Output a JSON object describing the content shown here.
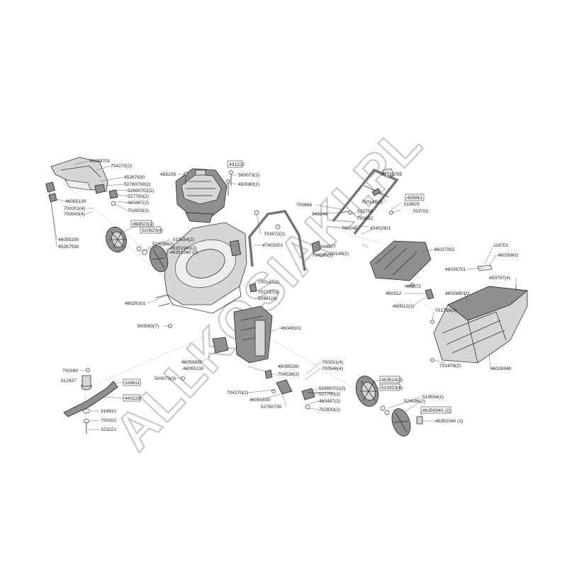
{
  "watermark": "ALLKOSIAKI.PL",
  "labels": {
    "l01": "46039701",
    "l02": "704270(2)",
    "l03": "45267630",
    "l04": "52780730(2)",
    "l05": "52690702(2)",
    "l06": "527700(2)",
    "l07": "460487(2)",
    "l08": "702833(2)",
    "l09": "46055130",
    "l10": "700201(4)",
    "l11": "700543(4)",
    "l12": "46055230",
    "l13": "45267530",
    "l14": "463523(2)",
    "l15": "510923(4)",
    "l16": "519554(2)",
    "l17": "524096(2)",
    "l18": "46351940(2)",
    "l19": "46351040 (2)",
    "l20": "456208",
    "l21": "441222",
    "l22": "500073(2)",
    "l23": "450080(2)",
    "l24": "701672(2)",
    "l25": "47403001",
    "l26": "700147(2)",
    "l27": "702737(2)",
    "l28": "52681(4)",
    "l29": "46026101",
    "l30": "543560(7)",
    "l31": "46049101",
    "l32": "46050830",
    "l33": "46055130",
    "l34": "53133705",
    "l35": "700868",
    "l36": "343146",
    "l37": "700148(2)",
    "l38": "455861",
    "l39": "518925",
    "l40": "703703",
    "l41": "522756",
    "l42": "700432",
    "l43": "544877",
    "l44": "700148",
    "l45": "47402901",
    "l46": "700148(2)",
    "l47": "704596(2)",
    "l48": "46027002",
    "l49": "118701",
    "l50": "46035802",
    "l51": "46035701",
    "l52": "450757(4)",
    "l53": "460372",
    "l54": "460312",
    "l55": "46026801G",
    "l56": "460512(1)",
    "l57": "701756(2)",
    "l58": "701478(2)",
    "l59": "46026940",
    "l60": "700390",
    "l61": "512427",
    "l62": "118611",
    "l63": "440129",
    "l64": "316910",
    "l65": "700202",
    "l66": "323221",
    "l67": "500073(3)",
    "l68": "46055230",
    "l69": "704538(2)",
    "l70": "700201(4)",
    "l71": "700546(4)",
    "l72": "704270(2)",
    "l73": "46050830",
    "l74": "52780730",
    "l75": "52690702(2)",
    "l76": "527700(2)",
    "l77": "460487(2)",
    "l78": "702833(2)",
    "l79": "463524(2)",
    "l80": "510923(4)",
    "l81": "519554(2)",
    "l82": "524096(2)",
    "l83": "46350940 (2)",
    "l84": "46351040 (2)"
  }
}
